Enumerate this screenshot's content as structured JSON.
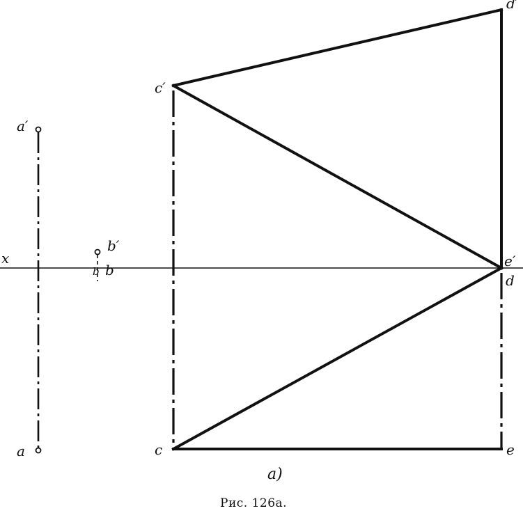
{
  "figure": {
    "axis_label": "x",
    "labels": {
      "a_prime": "a′",
      "a": "a",
      "b_prime": "b′",
      "b_small": "b",
      "b": "b",
      "c_prime": "c′",
      "c": "c",
      "d_prime": "d′",
      "e_prime": "e′",
      "d_below": "d",
      "e": "e"
    },
    "sublabel": "a)",
    "caption": "Рис. 126а."
  }
}
